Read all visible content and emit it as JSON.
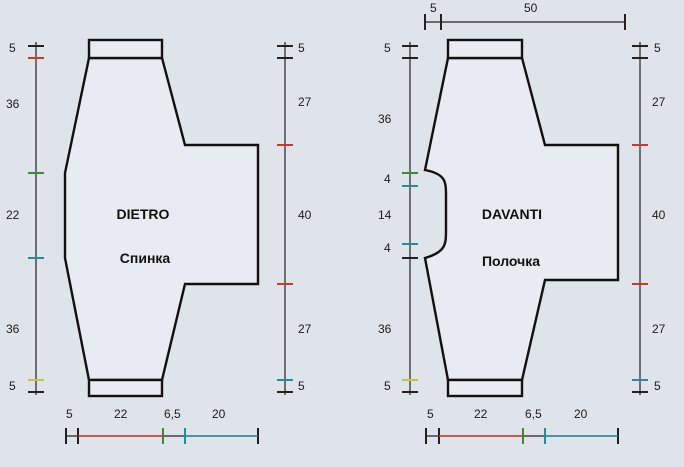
{
  "colors": {
    "background": "#dfe3ea",
    "outline": "#111111",
    "tick_red": "#c83a2e",
    "tick_green": "#3a8a3a",
    "tick_teal": "#2a8a9a",
    "tick_yellow": "#c9c23a",
    "tick_black": "#222222"
  },
  "back_panel": {
    "title": "DIETRO",
    "subtitle": "Спинка",
    "left_dims": [
      "5",
      "36",
      "22",
      "36",
      "5"
    ],
    "right_dims": [
      "5",
      "27",
      "40",
      "27",
      "5"
    ],
    "bottom_dims": [
      "5",
      "22",
      "6,5",
      "20"
    ]
  },
  "front_panel": {
    "title": "DAVANTI",
    "subtitle": "Полочка",
    "top_dims": [
      "5",
      "50"
    ],
    "left_dims": [
      "5",
      "36",
      "4",
      "14",
      "4",
      "36",
      "5"
    ],
    "right_dims": [
      "5",
      "27",
      "40",
      "27",
      "5"
    ],
    "bottom_dims": [
      "5",
      "22",
      "6,5",
      "20"
    ]
  }
}
